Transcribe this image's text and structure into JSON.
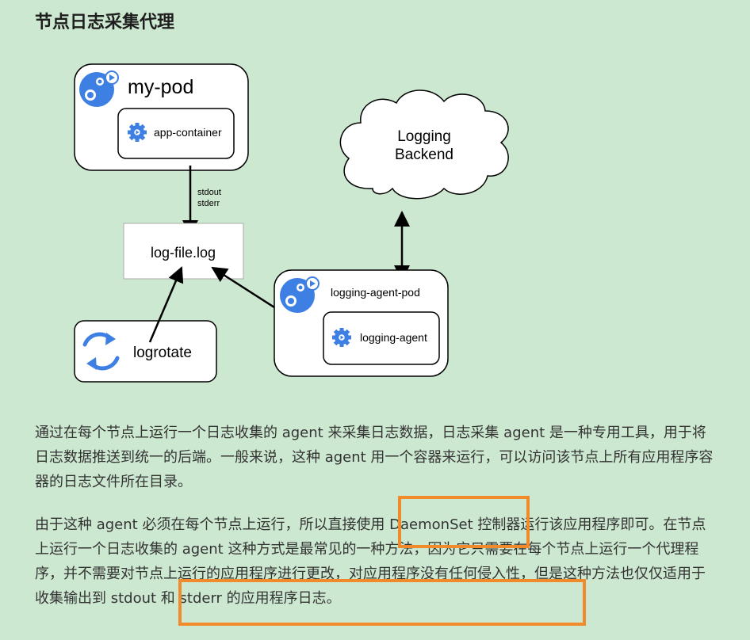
{
  "page": {
    "title": "节点日志采集代理"
  },
  "diagram": {
    "pod_title": "my-pod",
    "app_container": "app-container",
    "stream_labels": [
      "stdout",
      "stderr"
    ],
    "log_file": "log-file.log",
    "logrotate": "logrotate",
    "backend_lines": [
      "Logging",
      "Backend"
    ],
    "agent_pod_title": "logging-agent-pod",
    "agent": "logging-agent"
  },
  "content": {
    "paragraph1": "通过在每个节点上运行一个日志收集的 agent 来采集日志数据，日志采集 agent 是一种专用工具，用于将日志数据推送到统一的后端。一般来说，这种 agent 用一个容器来运行，可以访问该节点上所有应用程序容器的日志文件所在目录。",
    "paragraph2": "由于这种 agent 必须在每个节点上运行，所以直接使用 DaemonSet 控制器运行该应用程序即可。在节点上运行一个日志收集的 agent 这种方式是最常见的一种方法，因为它只需要在每个节点上运行一个代理程序，并不需要对节点上运行的应用程序进行更改，对应用程序没有任何侵入性，但是这种方法也仅仅适用于收集输出到 stdout 和 stderr 的应用程序日志。"
  },
  "colors": {
    "background": "#cde8d0",
    "highlight": "#f08a2b",
    "k8s_blue": "#3d7fe3"
  }
}
